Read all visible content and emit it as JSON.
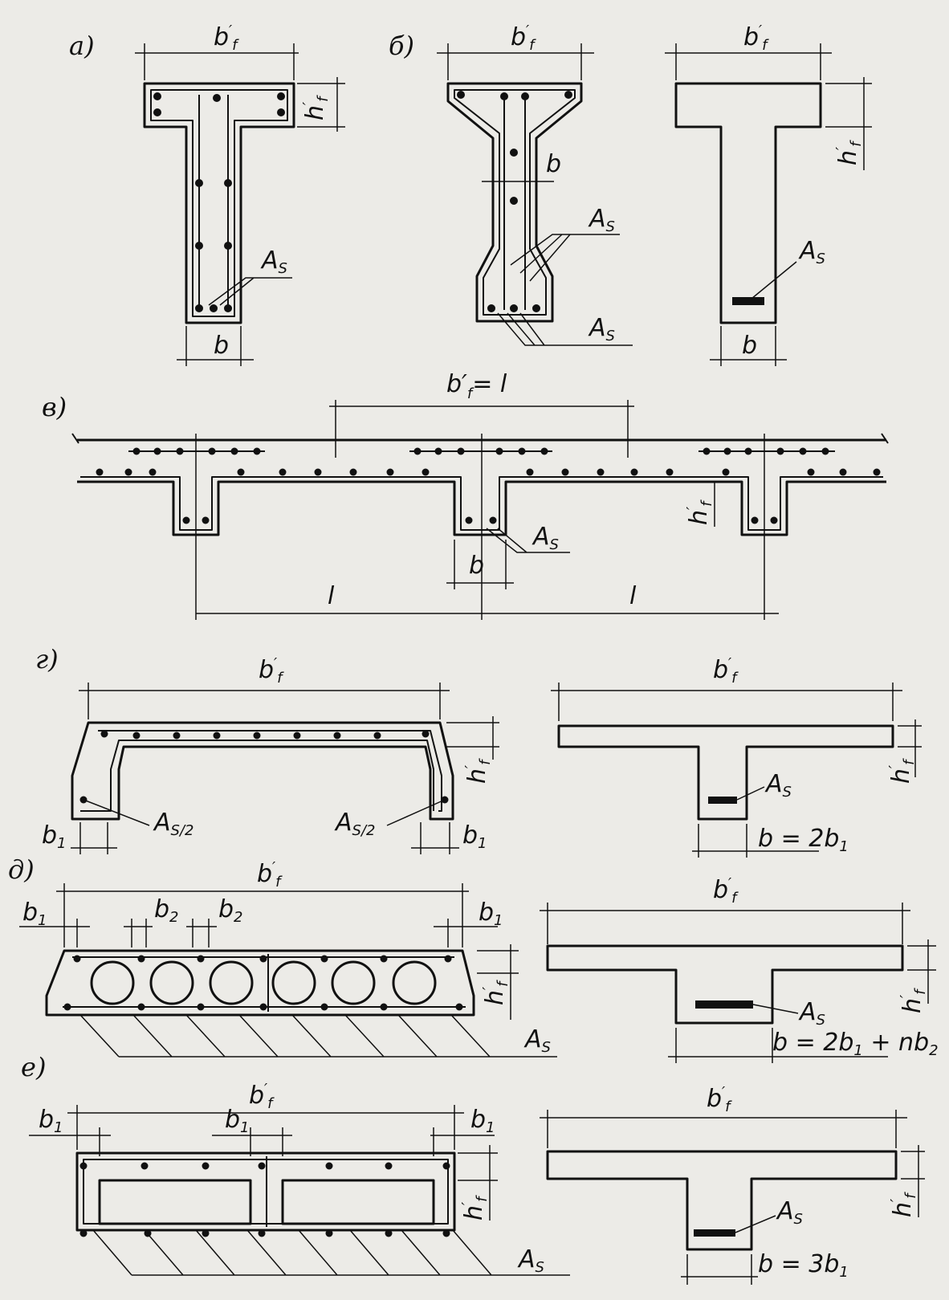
{
  "sections": {
    "a": "а)",
    "b": "б)",
    "v": "в)",
    "g": "г)",
    "d": "д)",
    "e": "е)"
  },
  "labels": {
    "bf": "b",
    "prime": "′",
    "f": "f",
    "hf": "h",
    "b": "b",
    "As": "A",
    "s": "S",
    "As2": "A",
    "s2": "S/2",
    "l": "l",
    "bf_eq_l": "b′",
    "bf_eq_l_tail": "= l",
    "b1": "b",
    "one": "1",
    "b2": "b",
    "two": "2",
    "eq_g": "b = 2b",
    "eq_d": "b = 2b",
    "eq_d_tail": " + nb",
    "eq_e": "b = 3b"
  },
  "colors": {
    "ink": "#111111",
    "paper": "#ecebe7"
  }
}
